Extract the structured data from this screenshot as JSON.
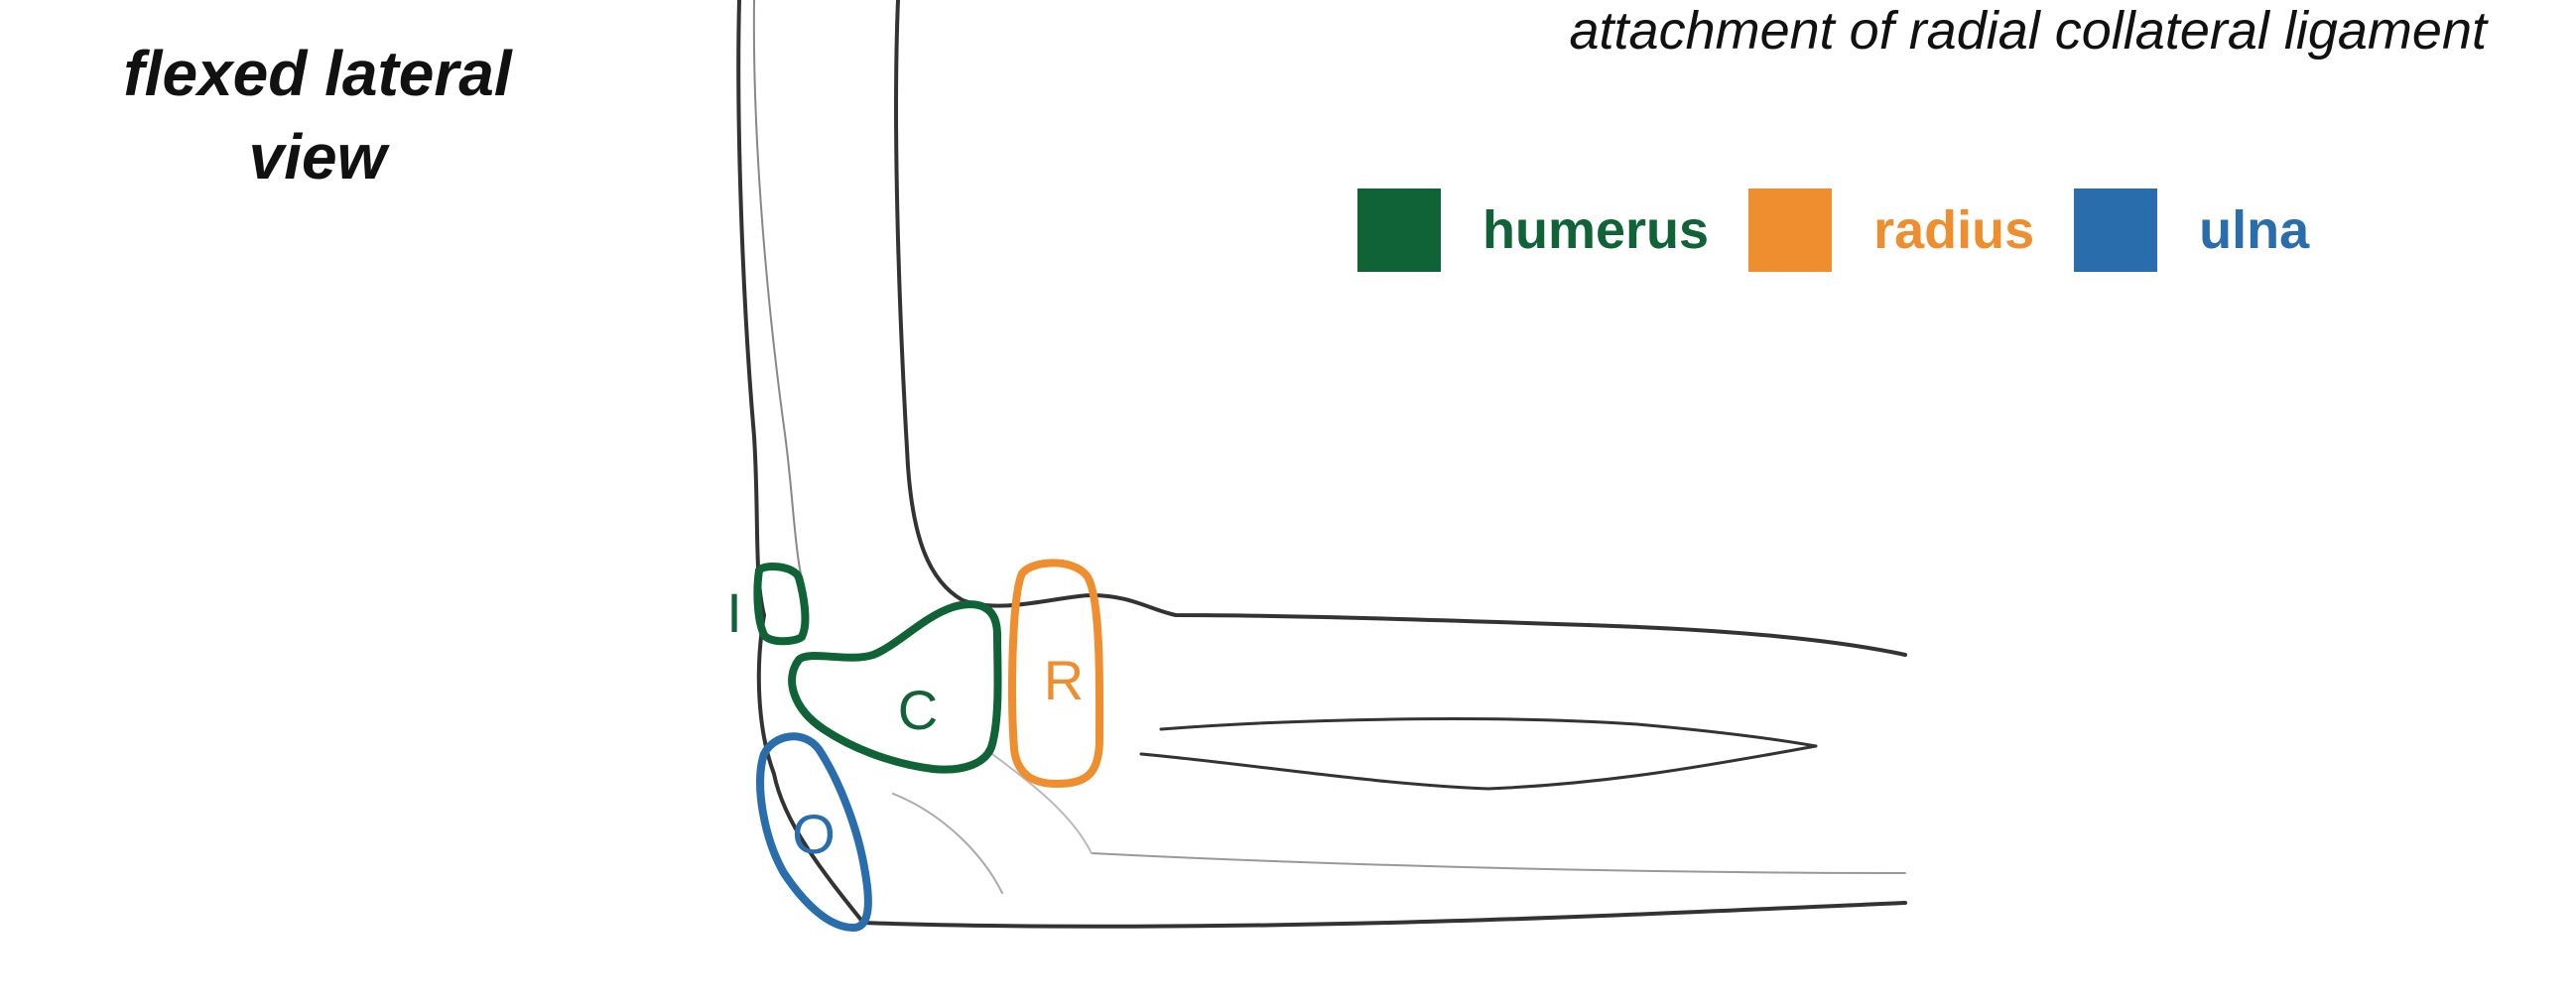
{
  "title": {
    "line1": "flexed lateral",
    "line2": "view"
  },
  "caption": "attachment of radial collateral ligament",
  "legend": [
    {
      "label": "humerus",
      "color": "#106337"
    },
    {
      "label": "radius",
      "color": "#ee8e2e"
    },
    {
      "label": "ulna",
      "color": "#2a6dac"
    }
  ],
  "regions": {
    "humerus_top": {
      "letter": "I",
      "bone": "humerus"
    },
    "humerus_main": {
      "letter": "C",
      "bone": "humerus"
    },
    "radius": {
      "letter": "R",
      "bone": "radius"
    },
    "ulna": {
      "letter": "O",
      "bone": "ulna"
    }
  },
  "colors": {
    "humerus": "#106337",
    "radius": "#ee8e2e",
    "ulna": "#2a6dac",
    "bone_outline": "#333333"
  }
}
